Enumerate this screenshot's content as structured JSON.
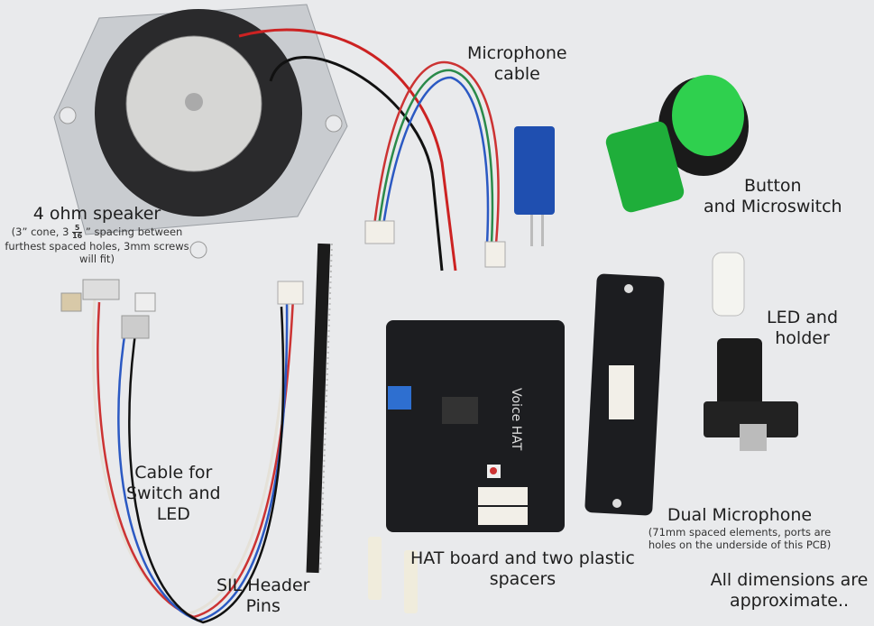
{
  "labels": {
    "speaker": {
      "title": "4 ohm speaker",
      "note_prefix": "(3” cone, 3",
      "note_frac_num": "5",
      "note_frac_den": "16",
      "note_suffix": "” spacing between furthest spaced holes, 3mm screws will fit)"
    },
    "mic_cable": {
      "line1": "Microphone",
      "line2": "cable"
    },
    "button": {
      "line1": "Button",
      "line2": "and Microswitch"
    },
    "led": {
      "line1": "LED and",
      "line2": "holder"
    },
    "cable_switch": {
      "line1": "Cable for",
      "line2": "Switch and",
      "line3": "LED"
    },
    "sil": {
      "line1": "SIL Header",
      "line2": "Pins"
    },
    "hat": {
      "line1": "HAT board and two plastic",
      "line2": "spacers"
    },
    "dual_mic": {
      "title": "Dual Microphone",
      "note1": "(71mm spaced elements, ports are",
      "note2": "holes on the underside of this PCB)"
    },
    "disclaimer": {
      "line1": "All dimensions are",
      "line2": "approximate.."
    }
  },
  "colors": {
    "background": "#e9eaec",
    "pcb": "#1c1d20",
    "button_green": "#1fae3a",
    "switch_blue": "#1f4fb0"
  }
}
